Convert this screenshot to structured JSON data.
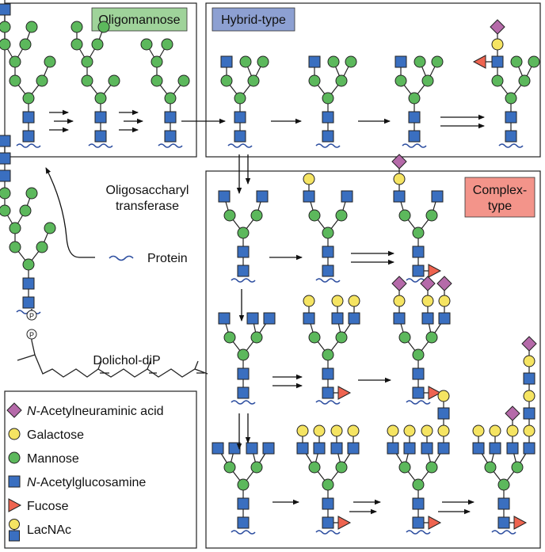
{
  "colors": {
    "mannose": "#5cb85c",
    "glcnac": "#3a6fc0",
    "galactose": "#f5e462",
    "neuac": "#b56aa9",
    "fucose": "#ee6450",
    "oligomannose_badge": "#9fd39a",
    "hybrid_badge": "#8da0d2",
    "complex_badge": "#f3948a",
    "protein_line": "#2e4fa0"
  },
  "panels": {
    "oligomannose": {
      "label": "Oligomannose"
    },
    "hybrid": {
      "label": "Hybrid-type"
    },
    "complex": {
      "label_line1": "Complex-",
      "label_line2": "type"
    }
  },
  "enzyme": {
    "line1": "Oligosaccharyl",
    "line2": "transferase"
  },
  "protein_label": "Protein",
  "dolichol_label": "Dolichol-diP",
  "phosphate_symbol": "P",
  "legend": {
    "items": [
      {
        "italic": "N",
        "text": "-Acetylneuraminic acid",
        "icon": "neuac-diamond-icon"
      },
      {
        "italic": "",
        "text": "Galactose",
        "icon": "galactose-circle-icon"
      },
      {
        "italic": "",
        "text": "Mannose",
        "icon": "mannose-circle-icon"
      },
      {
        "italic": "N",
        "text": "-Acetylglucosamine",
        "icon": "glcnac-square-icon"
      },
      {
        "italic": "",
        "text": "Fucose",
        "icon": "fucose-triangle-icon"
      },
      {
        "italic": "",
        "text": "LacNAc",
        "icon": "lacnac-icon"
      }
    ]
  }
}
